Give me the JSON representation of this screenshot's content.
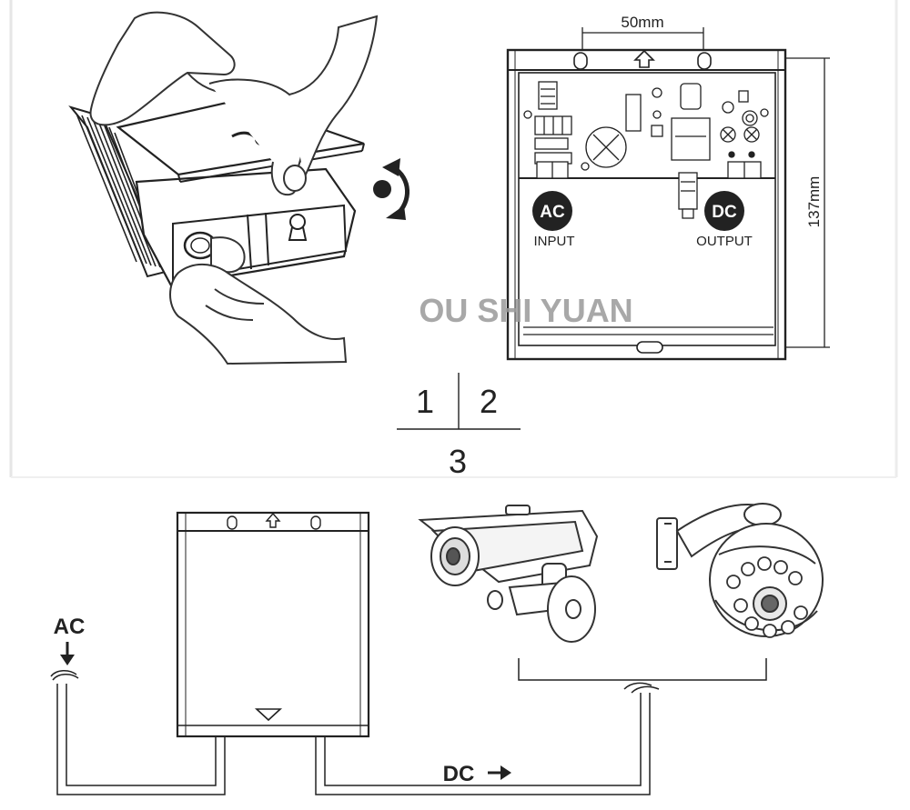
{
  "dimensions": {
    "width": "50mm",
    "height": "137mm"
  },
  "terminals": {
    "ac_badge": "AC",
    "ac_caption": "INPUT",
    "dc_badge": "DC",
    "dc_caption": "OUTPUT"
  },
  "watermark": "OU SHI YUAN",
  "step_index": {
    "one": "1",
    "two": "2",
    "three": "3"
  },
  "wiring": {
    "ac_label": "AC",
    "dc_label": "DC"
  },
  "colors": {
    "ink": "#222222",
    "watermark": "#9a9a9a",
    "background": "#ffffff"
  }
}
